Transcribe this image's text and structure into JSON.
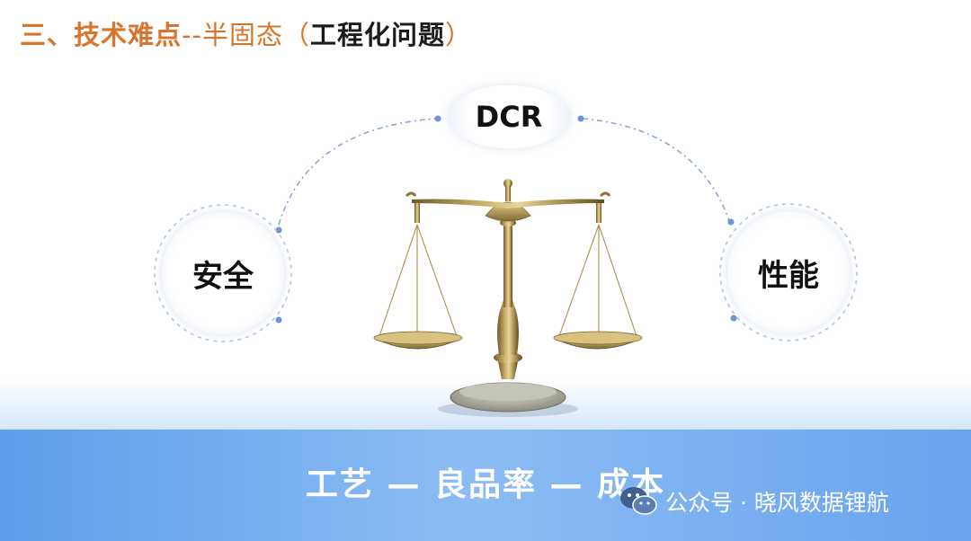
{
  "title": {
    "prefix": "三、技术难点",
    "separator": "--",
    "topic": "半固态",
    "paren_open": "（",
    "highlight": "工程化问题",
    "paren_close": "）"
  },
  "nodes": {
    "top": "DCR",
    "left": "安全",
    "right": "性能"
  },
  "bottom_text": "工艺 — 良品率 — 成本",
  "watermark": {
    "text": "公众号 · 晓风数据锂航"
  },
  "colors": {
    "title_accent": "#d9742c",
    "floor_blue": "#6aa3ee",
    "connector_blue": "#7ea0d6"
  },
  "icons": {
    "central_image": "balance-scale-icon",
    "watermark_logo": "wechat-icon"
  }
}
